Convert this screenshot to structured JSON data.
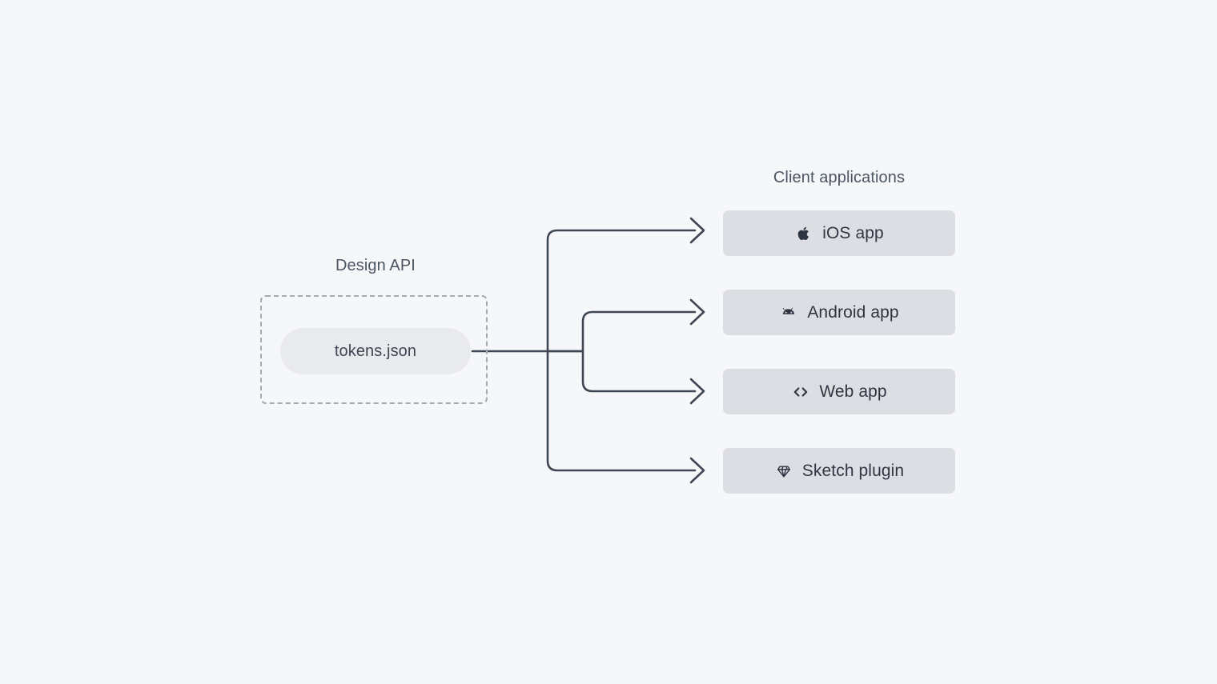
{
  "diagram": {
    "background_color": "#f6f7f9",
    "connector_color": "#3f4654",
    "source": {
      "label": "Design API",
      "container_style": "dashed",
      "container_border_color": "#a3aab4",
      "node": {
        "label": "tokens.json",
        "shape": "pill",
        "fill_color": "#e9eaee",
        "text_color": "#3f4552"
      }
    },
    "targets": {
      "label": "Client applications",
      "fill_color": "#dcdee3",
      "text_color": "#2f3542",
      "items": [
        {
          "label": "iOS app",
          "icon": "apple-icon"
        },
        {
          "label": "Android app",
          "icon": "android-icon"
        },
        {
          "label": "Web app",
          "icon": "code-brackets-icon"
        },
        {
          "label": "Sketch plugin",
          "icon": "diamond-icon"
        }
      ]
    },
    "edges": [
      {
        "from": "tokens.json",
        "to": "iOS app",
        "arrow": "open-chevron"
      },
      {
        "from": "tokens.json",
        "to": "Android app",
        "arrow": "open-chevron"
      },
      {
        "from": "tokens.json",
        "to": "Web app",
        "arrow": "open-chevron"
      },
      {
        "from": "tokens.json",
        "to": "Sketch plugin",
        "arrow": "open-chevron"
      }
    ]
  }
}
